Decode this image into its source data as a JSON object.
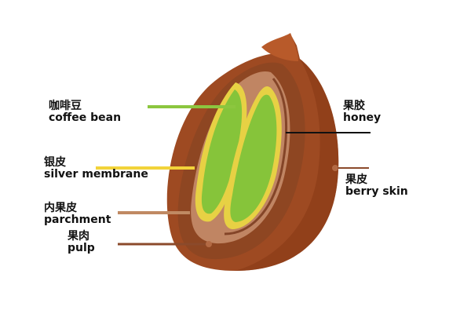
{
  "labels": {
    "coffee_bean": {
      "zh": "咖啡豆",
      "en": "coffee bean",
      "color": "#8cc63f"
    },
    "silver_membrane": {
      "zh": "银皮",
      "en": "silver membrane",
      "color": "#f2d33a"
    },
    "parchment": {
      "zh": "内果皮",
      "en": "parchment",
      "color": "#c08a63"
    },
    "pulp": {
      "zh": "果肉",
      "en": "pulp",
      "color": "#8b4a2b"
    },
    "honey": {
      "zh": "果胶",
      "en": "honey",
      "color": "#111111"
    },
    "berry_skin": {
      "zh": "果皮",
      "en": "berry skin",
      "color": "#8b4a2b"
    }
  },
  "colors": {
    "skin": "#a24e26",
    "skin_dark": "#7a3412",
    "pulp": "#8f4a26",
    "parchment": "#c48a67",
    "silver": "#e6d044",
    "bean": "#7fbd32"
  }
}
